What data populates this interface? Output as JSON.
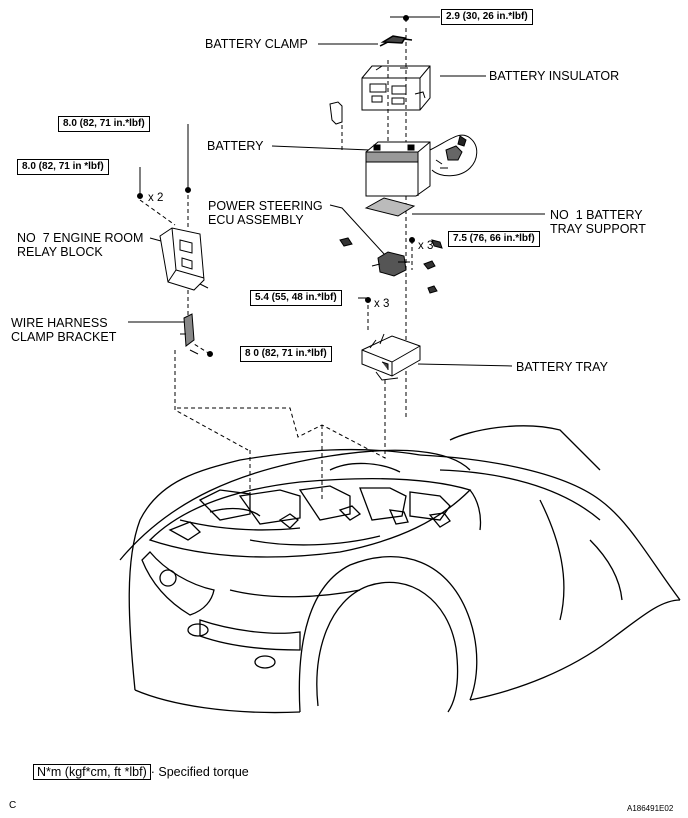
{
  "labels": {
    "battery_clamp": "BATTERY CLAMP",
    "battery_insulator": "BATTERY INSULATOR",
    "battery": "BATTERY",
    "power_steering_ecu": "POWER STEERING\nECU ASSEMBLY",
    "no1_battery_tray_support": "NO  1 BATTERY\nTRAY SUPPORT",
    "no7_engine_room_relay_block": "NO  7 ENGINE ROOM\nRELAY BLOCK",
    "wire_harness_clamp_bracket": "WIRE HARNESS\nCLAMP BRACKET",
    "battery_tray": "BATTERY TRAY"
  },
  "torques": {
    "battery_clamp": "2.9 (30, 26 in.*lbf)",
    "relay_block_nut": "8.0 (82, 71 in.*lbf)",
    "relay_block_bolts": "8.0 (82, 71 in *lbf)",
    "tray_support": "7.5 (76, 66 in.*lbf)",
    "battery_tray": "5.4 (55, 48 in.*lbf)",
    "clamp_bracket": "8 0 (82, 71 in.*lbf)"
  },
  "counts": {
    "relay_bolts": "x 2",
    "tray_support_bolts": "x 3",
    "tray_bolts": "x 3"
  },
  "legend": {
    "units": "N*m (kgf*cm, ft *lbf)",
    "text": "· Specified torque"
  },
  "corner_letter": "C",
  "figure_id": "A186491E02"
}
